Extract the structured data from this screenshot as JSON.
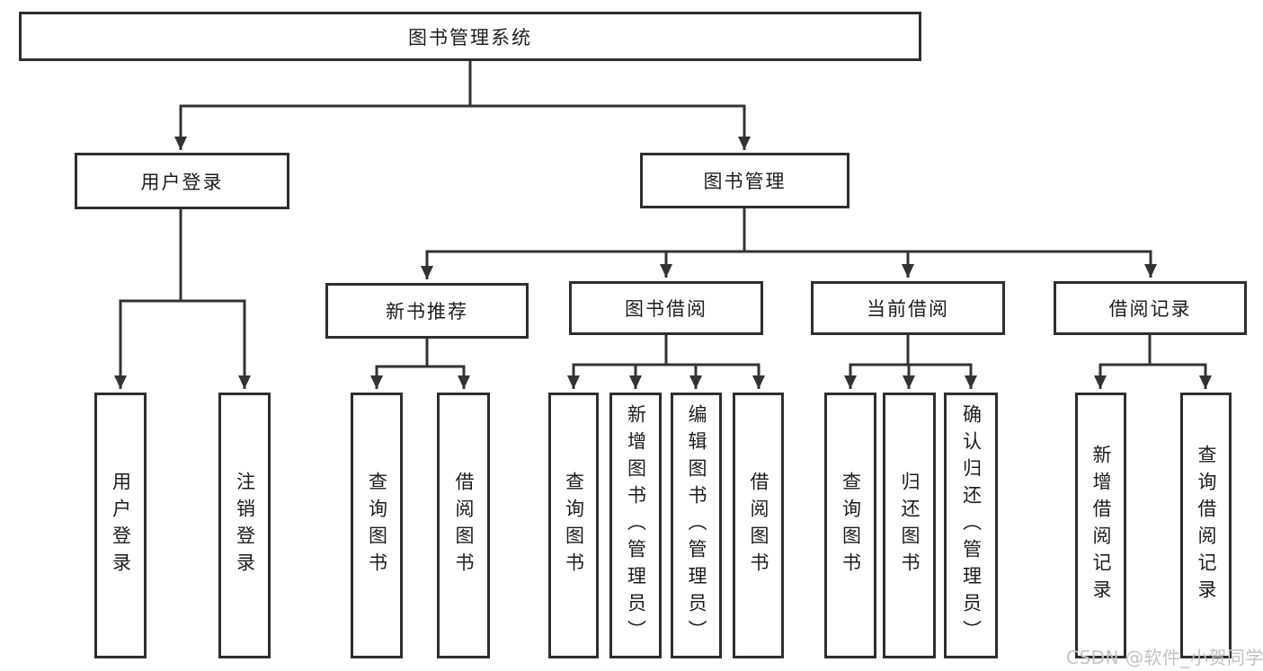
{
  "diagram": {
    "root": {
      "label": "图书管理系统"
    },
    "branches": [
      {
        "label": "用户登录",
        "children": [
          {
            "label": "用户登录"
          },
          {
            "label": "注销登录"
          }
        ]
      },
      {
        "label": "图书管理",
        "children": [
          {
            "label": "新书推荐",
            "children": [
              {
                "label": "查询图书"
              },
              {
                "label": "借阅图书"
              }
            ]
          },
          {
            "label": "图书借阅",
            "children": [
              {
                "label": "查询图书"
              },
              {
                "label": "新增图书（管理员）"
              },
              {
                "label": "编辑图书（管理员）"
              },
              {
                "label": "借阅图书"
              }
            ]
          },
          {
            "label": "当前借阅",
            "children": [
              {
                "label": "查询图书"
              },
              {
                "label": "归还图书"
              },
              {
                "label": "确认归还（管理员）"
              }
            ]
          },
          {
            "label": "借阅记录",
            "children": [
              {
                "label": "新增借阅记录"
              },
              {
                "label": "查询借阅记录"
              }
            ]
          }
        ]
      }
    ]
  },
  "watermark": {
    "text": "CSDN @软件_小贺同学"
  },
  "colors": {
    "line": "#333333",
    "box_border": "#2e2e2e",
    "text": "#1c1c1c",
    "watermark": "#c2c2c2",
    "background": "#ffffff"
  }
}
